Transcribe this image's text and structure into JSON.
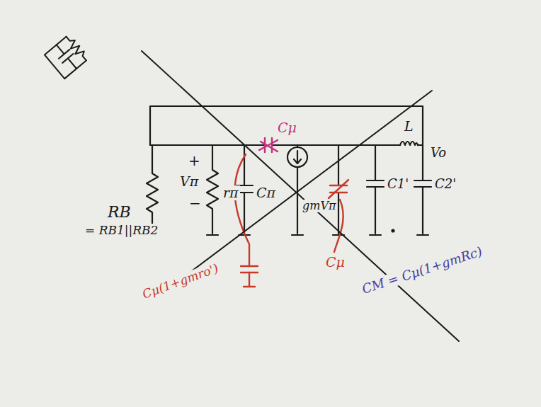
{
  "diagram": {
    "labels": [
      "RB",
      "= RB1||RB2",
      "+",
      "Vπ",
      "−",
      "rπ",
      "Cπ",
      "Cμ",
      "gmVπ",
      "C1'",
      "C2'",
      "L",
      "Vo",
      "Cμ(1+gmro')",
      "Cμ",
      "CM = Cμ(1+gmRc)"
    ]
  }
}
